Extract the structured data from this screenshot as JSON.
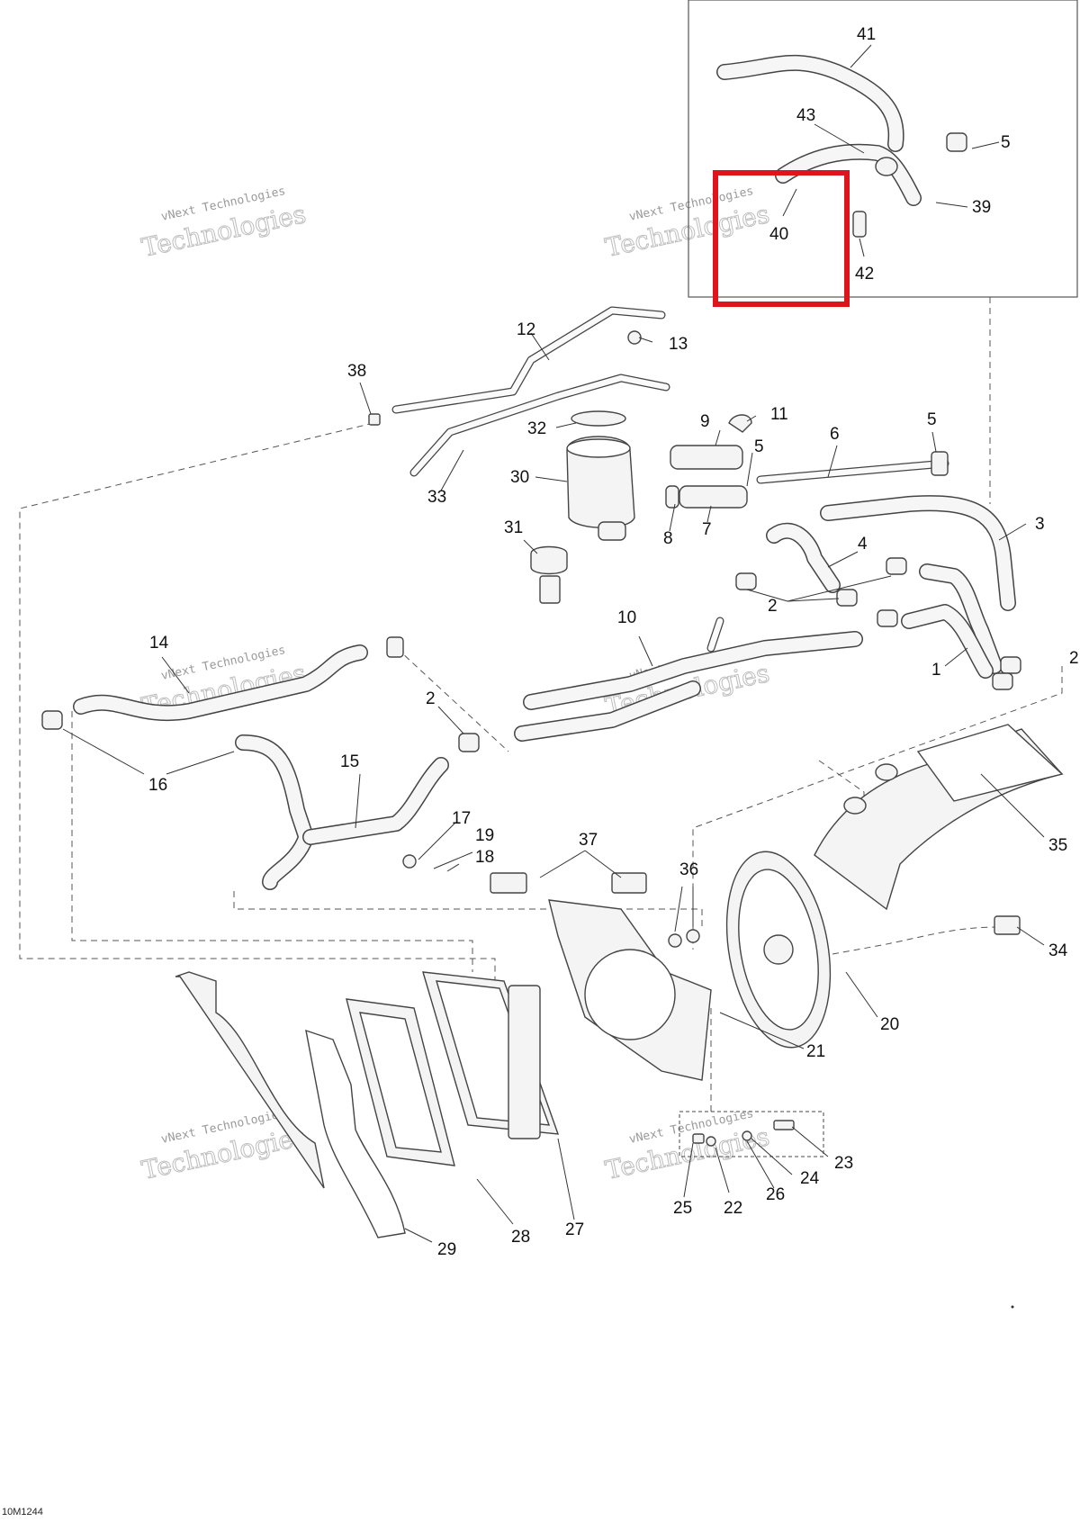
{
  "doc_code": "10M1244",
  "watermark": {
    "line1": "vNext Technologies",
    "line2": "Technologies"
  },
  "highlight_color": "#e0141c",
  "highlighted_part": "40",
  "labels": {
    "p1": "1",
    "p2a": "2",
    "p2b": "2",
    "p2c": "2",
    "p3": "3",
    "p4": "4",
    "p5a": "5",
    "p5b": "5",
    "p5c": "5",
    "p6": "6",
    "p7": "7",
    "p8": "8",
    "p9": "9",
    "p10": "10",
    "p11": "11",
    "p12": "12",
    "p13": "13",
    "p14": "14",
    "p15": "15",
    "p16": "16",
    "p17": "17",
    "p18": "18",
    "p19": "19",
    "p20": "20",
    "p21": "21",
    "p22": "22",
    "p23": "23",
    "p24": "24",
    "p25": "25",
    "p26": "26",
    "p27": "27",
    "p28": "28",
    "p29": "29",
    "p30": "30",
    "p31": "31",
    "p32": "32",
    "p33": "33",
    "p34": "34",
    "p35": "35",
    "p36": "36",
    "p37": "37",
    "p38": "38",
    "p39": "39",
    "p40": "40",
    "p41": "41",
    "p42": "42",
    "p43": "43"
  }
}
